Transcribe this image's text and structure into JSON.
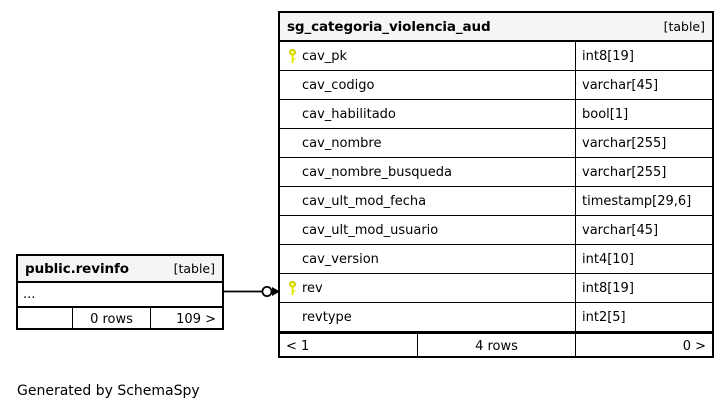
{
  "diagram": {
    "caption": "Generated by SchemaSpy",
    "kind_label": "[table]",
    "key_icon_color": "#e8e800",
    "header_bg": "#f5f5f5",
    "border_color": "#000000"
  },
  "main_table": {
    "name": "sg_categoria_violencia_aud",
    "kind": "[table]",
    "columns": [
      {
        "name": "cav_pk",
        "type": "int8[19]",
        "primary_key": true,
        "key_icon": "key-icon"
      },
      {
        "name": "cav_codigo",
        "type": "varchar[45]",
        "primary_key": false,
        "key_icon": ""
      },
      {
        "name": "cav_habilitado",
        "type": "bool[1]",
        "primary_key": false,
        "key_icon": ""
      },
      {
        "name": "cav_nombre",
        "type": "varchar[255]",
        "primary_key": false,
        "key_icon": ""
      },
      {
        "name": "cav_nombre_busqueda",
        "type": "varchar[255]",
        "primary_key": false,
        "key_icon": ""
      },
      {
        "name": "cav_ult_mod_fecha",
        "type": "timestamp[29,6]",
        "primary_key": false,
        "key_icon": ""
      },
      {
        "name": "cav_ult_mod_usuario",
        "type": "varchar[45]",
        "primary_key": false,
        "key_icon": ""
      },
      {
        "name": "cav_version",
        "type": "int4[10]",
        "primary_key": false,
        "key_icon": ""
      },
      {
        "name": "rev",
        "type": "int8[19]",
        "primary_key": true,
        "key_icon": "key-icon"
      },
      {
        "name": "revtype",
        "type": "int2[5]",
        "primary_key": false,
        "key_icon": ""
      }
    ],
    "footer": {
      "left": "< 1",
      "center": "4 rows",
      "right": "0 >"
    }
  },
  "left_table": {
    "name": "public.revinfo",
    "kind": "[table]",
    "collapsed_indicator": "...",
    "footer": {
      "left": "",
      "center": "0 rows",
      "right": "109 >"
    }
  },
  "relationship": {
    "from": "public.revinfo",
    "to": "sg_categoria_violencia_aud",
    "source_cardinality": "zero-or-one",
    "target_cardinality": "many",
    "source_marker_icon": "circle-marker-icon",
    "target_marker_icon": "crowsfoot-icon"
  }
}
